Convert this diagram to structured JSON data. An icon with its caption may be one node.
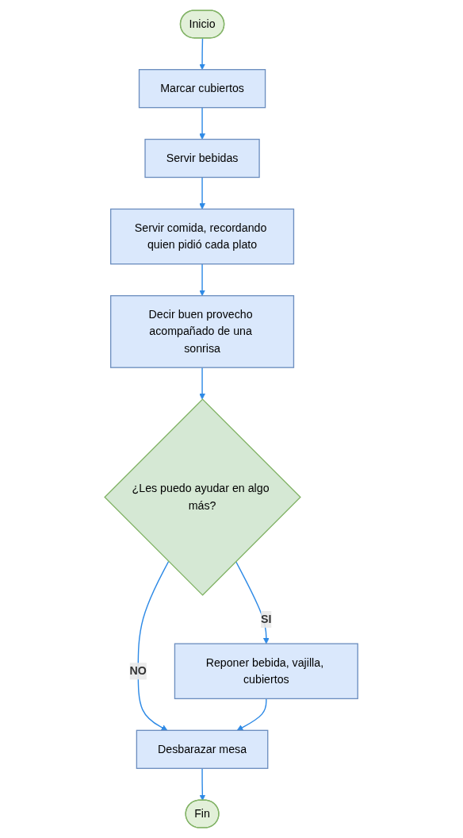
{
  "diagram": {
    "nodes": [
      {
        "text": [
          "Inicio"
        ]
      },
      {
        "text": [
          "Marcar cubiertos"
        ]
      },
      {
        "text": [
          "Servir bebidas"
        ]
      },
      {
        "text": [
          "Servir comida, recordando quien pidió cada plato"
        ]
      },
      {
        "text": [
          "Decir buen provecho acompañado de una sonrisa"
        ]
      },
      {
        "text": [
          "¿Les puedo ayudar en algo más?"
        ]
      },
      {
        "text": [
          "Reponer bebida, vajilla, cubiertos"
        ]
      },
      {
        "text": [
          "Desbarazar mesa"
        ]
      },
      {
        "text": [
          "Fin"
        ]
      }
    ],
    "edges": [
      {
        "from": 0,
        "to": 1,
        "arrow": "to"
      },
      {
        "from": 1,
        "to": 2,
        "arrow": "to"
      },
      {
        "from": 2,
        "to": 3,
        "arrow": "to"
      },
      {
        "from": 3,
        "to": 4,
        "arrow": "to"
      },
      {
        "from": 4,
        "to": 5,
        "arrow": "to"
      },
      {
        "from": 5,
        "to": 6,
        "label": "SI",
        "arrow": "to"
      },
      {
        "from": 5,
        "to": 7,
        "label": "NO",
        "arrow": "to"
      },
      {
        "from": 6,
        "to": 7,
        "arrow": "to"
      },
      {
        "from": 7,
        "to": 8,
        "arrow": "to"
      }
    ]
  }
}
